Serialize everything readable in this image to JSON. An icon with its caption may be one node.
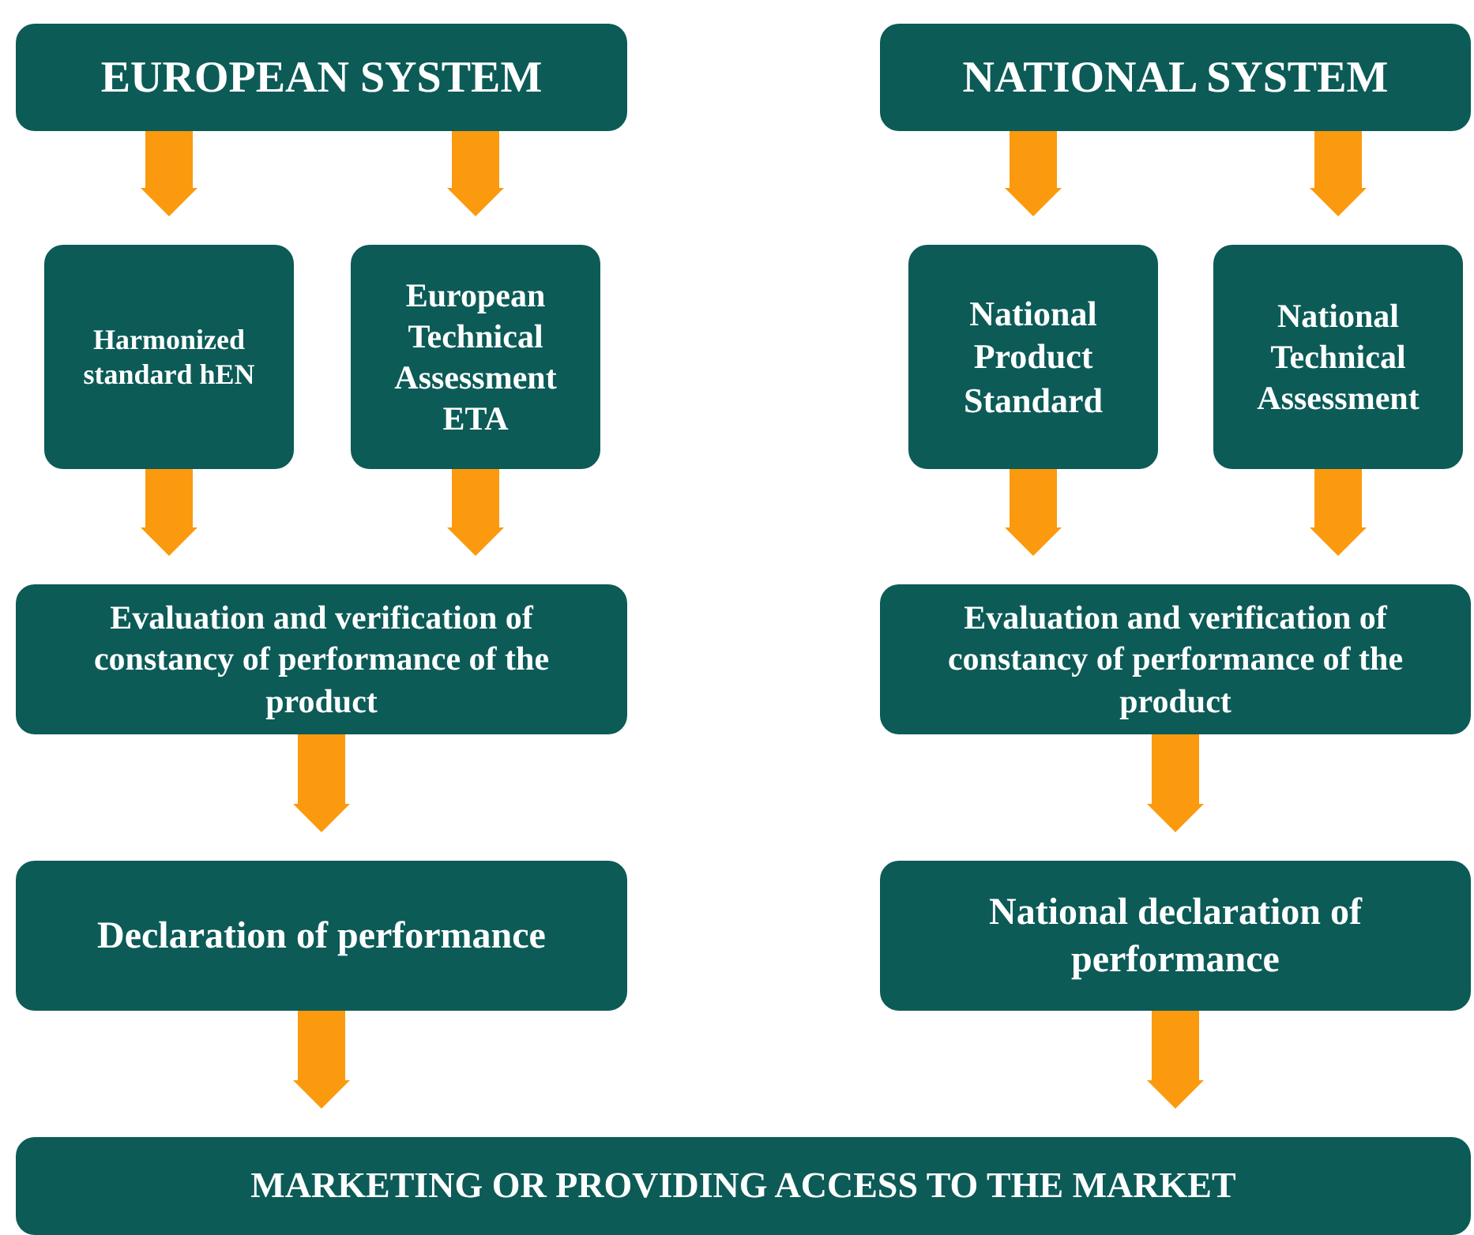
{
  "diagram": {
    "nodes": [
      {
        "text": [
          "EUROPEAN SYSTEM"
        ]
      },
      {
        "text": [
          "NATIONAL SYSTEM"
        ]
      },
      {
        "text": [
          "Harmonized standard hEN"
        ]
      },
      {
        "text": [
          "European Technical Assessment ETA"
        ]
      },
      {
        "text": [
          "National Product Standard"
        ]
      },
      {
        "text": [
          "National Technical Assessment"
        ]
      },
      {
        "text": [
          "Evaluation and verification of constancy of performance of the product"
        ]
      },
      {
        "text": [
          "Evaluation and verification of constancy of performance of the product"
        ]
      },
      {
        "text": [
          "Declaration of performance"
        ]
      },
      {
        "text": [
          "National declaration of performance"
        ]
      },
      {
        "text": [
          "MARKETING OR PROVIDING ACCESS TO THE MARKET"
        ]
      }
    ],
    "edges": [
      {
        "from": 0,
        "to": 2,
        "arrow": "to"
      },
      {
        "from": 0,
        "to": 3,
        "arrow": "to"
      },
      {
        "from": 1,
        "to": 4,
        "arrow": "to"
      },
      {
        "from": 1,
        "to": 5,
        "arrow": "to"
      },
      {
        "from": 2,
        "to": 6,
        "arrow": "to"
      },
      {
        "from": 3,
        "to": 6,
        "arrow": "to"
      },
      {
        "from": 4,
        "to": 7,
        "arrow": "to"
      },
      {
        "from": 5,
        "to": 7,
        "arrow": "to"
      },
      {
        "from": 6,
        "to": 8,
        "arrow": "to"
      },
      {
        "from": 7,
        "to": 9,
        "arrow": "to"
      },
      {
        "from": 8,
        "to": 10,
        "arrow": "to"
      },
      {
        "from": 9,
        "to": 10,
        "arrow": "to"
      }
    ]
  }
}
